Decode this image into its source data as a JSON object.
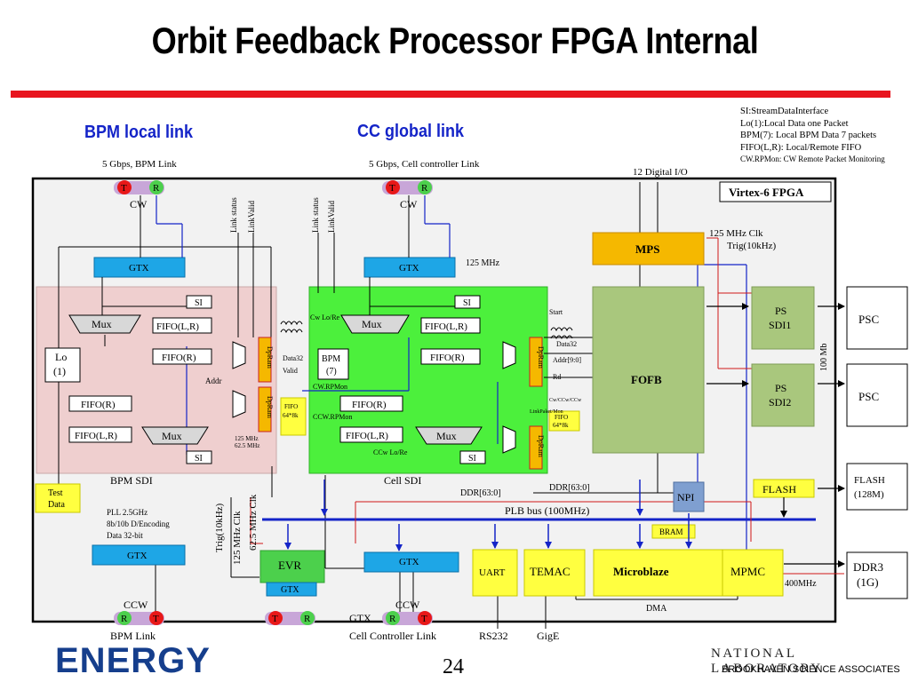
{
  "title": "Orbit Feedback Processor FPGA Internal",
  "link_labels": {
    "bpm_local": "BPM local link",
    "cc_global": "CC global link"
  },
  "legend": [
    "SI:StreamDataInterface",
    "Lo(1):Local Data one Packet",
    "BPM(7): Local BPM Data 7 packets",
    "FIFO(L,R): Local/Remote FIFO",
    "CW.RPMon: CW Remote Packet Monitoring"
  ],
  "footer": {
    "org": "NATIONAL LABORATORY",
    "sub": "BROOKHAVEN SCIENCE ASSOCIATES",
    "page": "24",
    "logo": "ENERGY"
  },
  "colors": {
    "red_rule": "#e8141e",
    "bpm_sdi_fill": "#efcfcf",
    "cell_sdi_fill": "#4cf03c",
    "gtx_fill": "#1ea6e6",
    "mps_fill": "#f5b800",
    "fofb_fill": "#a9c77d",
    "yellow_block": "#ffff40",
    "npi_fill": "#7f9fd0",
    "bus_blue": "#1424c8"
  },
  "diagram": {
    "fpga_label": "Virtex-6 FPGA",
    "top_left_link": "5 Gbps, BPM Link",
    "top_right_link": "5 Gbps, Cell controller Link",
    "digital_io": "12 Digital I/O",
    "t": "T",
    "r": "R",
    "cw": "CW",
    "ccw": "CCW",
    "gtx": "GTX",
    "si": "SI",
    "mux": "Mux",
    "fifo_lr": "FIFO(L,R)",
    "fifo_r": "FIFO(R)",
    "dpram": "DpRam",
    "lo_line1": "Lo",
    "lo_line2": "(1)",
    "bpm_line1": "BPM",
    "bpm_line2": "(7)",
    "fifo64_line1": "FIFO",
    "fifo64_line2": "64*8k",
    "bpm_sdi": "BPM SDI",
    "cell_sdi": "Cell SDI",
    "mps": "MPS",
    "fofb": "FOFB",
    "ps_sdi1_line1": "PS",
    "ps_sdi1_line2": "SDI1",
    "ps_sdi2_line1": "PS",
    "ps_sdi2_line2": "SDI2",
    "psc": "PSC",
    "flash_box_line1": "FLASH",
    "flash_box_line2": "(128M)",
    "ddr3_line1": "DDR3",
    "ddr3_line2": "(1G)",
    "flash": "FLASH",
    "npi": "NPI",
    "plb_bus": "PLB bus (100MHz)",
    "bram": "BRAM",
    "uart": "UART",
    "temac": "TEMAC",
    "microblaze": "Microblaze",
    "mpmc": "MPMC",
    "evr": "EVR",
    "dma": "DMA",
    "rs232": "RS232",
    "gige": "GigE",
    "test_data_line1": "Test",
    "test_data_line2": "Data",
    "pll_line1": "PLL 2.5GHz",
    "pll_line2": "8b/10b D/Encoding",
    "pll_line3": "Data 32-bit",
    "bpm_link": "BPM Link",
    "cell_controller_link": "Cell Controller Link",
    "link_status": "Link status",
    "link_valid": "LinkValid",
    "mhz125": "125 MHz",
    "mhz125_clk": "125 MHz Clk",
    "trig10k": "Trig(10kHz)",
    "trig10k_v": "Trig(10kHz)",
    "clk125_v": "125 MHz Clk",
    "clk625_v": "62.5 MHz Clk",
    "clk_small1": "125 MHz",
    "clk_small2": "62.5 MHz",
    "mb100": "100 Mb",
    "mhz400": "400MHz",
    "cw_lo_re": "Cw Lo/Re",
    "ccw_lo_re": "CCw Lo/Re",
    "data32_a": "Data32",
    "data32_b": "Data32",
    "valid": "Valid",
    "addr_a": "Addr",
    "addr_b": "Addr[9:0]",
    "start": "Start",
    "rd": "Rd",
    "cw_rpmon": "CW.RPMon",
    "ccw_rpmon": "CCW.RPMon",
    "cw_ccw_ccw": "Cw/CCw/CCw",
    "link_pkt_mon": "LinkPaket/Mon",
    "ddr1": "DDR[63:0]",
    "ddr2": "DDR[63:0]"
  }
}
